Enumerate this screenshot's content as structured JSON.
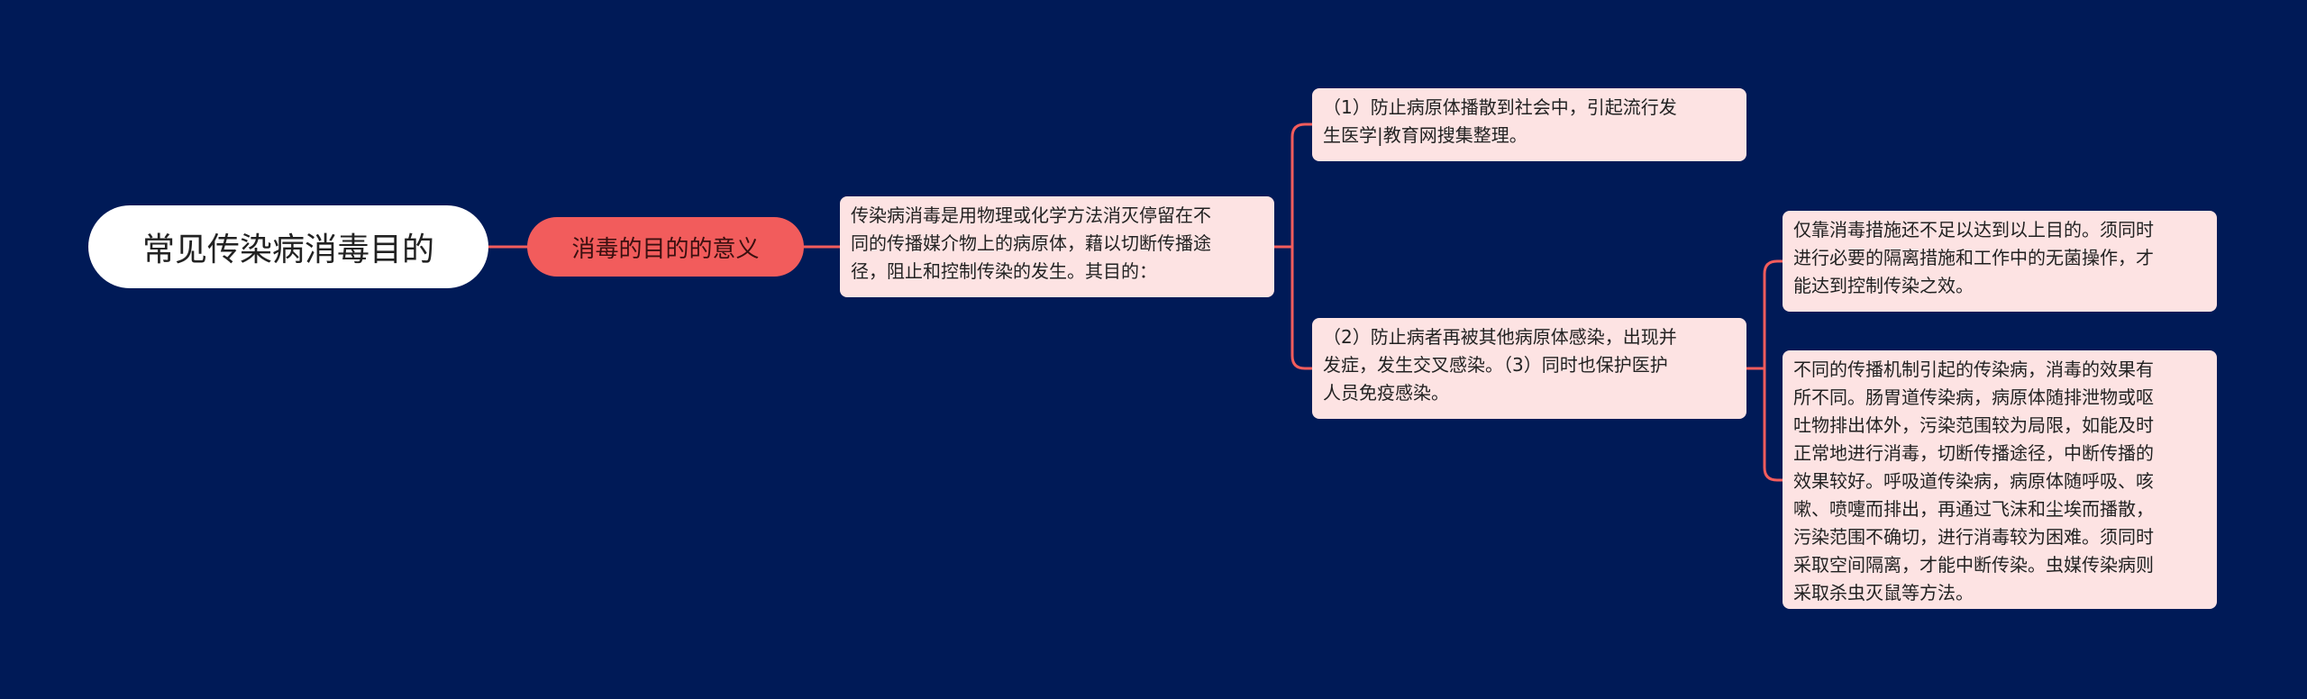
{
  "mindmap": {
    "root": {
      "label": "常见传染病消毒目的"
    },
    "branch": {
      "label": "消毒的目的的意义"
    },
    "description": {
      "text": "传染病消毒是用物理或化学方法消灭停留在不\n同的传播媒介物上的病原体，藉以切断传播途\n径，阻止和控制传染的发生。其目的："
    },
    "purposes": [
      {
        "text": "（1）防止病原体播散到社会中，引起流行发\n生医学|教育网搜集整理。"
      },
      {
        "text": "（2）防止病者再被其他病原体感染，出现并\n发症，发生交叉感染。（3）同时也保护医护\n人员免疫感染。"
      }
    ],
    "notes": [
      {
        "text": "仅靠消毒措施还不足以达到以上目的。须同时\n进行必要的隔离措施和工作中的无菌操作，才\n能达到控制传染之效。"
      },
      {
        "text": "不同的传播机制引起的传染病，消毒的效果有\n所不同。肠胃道传染病，病原体随排泄物或呕\n吐物排出体外，污染范围较为局限，如能及时\n正常地进行消毒，切断传播途径，中断传播的\n效果较好。呼吸道传染病，病原体随呼吸、咳\n嗽、喷嚏而排出，再通过飞沫和尘埃而播散，\n污染范围不确切，进行消毒较为困难。须同时\n采取空间隔离，才能中断传染。虫媒传染病则\n采取杀虫灭鼠等方法。"
      }
    ]
  },
  "colors": {
    "background": "#001a57",
    "connector": "#f25c5c",
    "branch_fill": "#f25c5c",
    "card_fill": "#fde3e3",
    "root_fill": "#ffffff"
  }
}
